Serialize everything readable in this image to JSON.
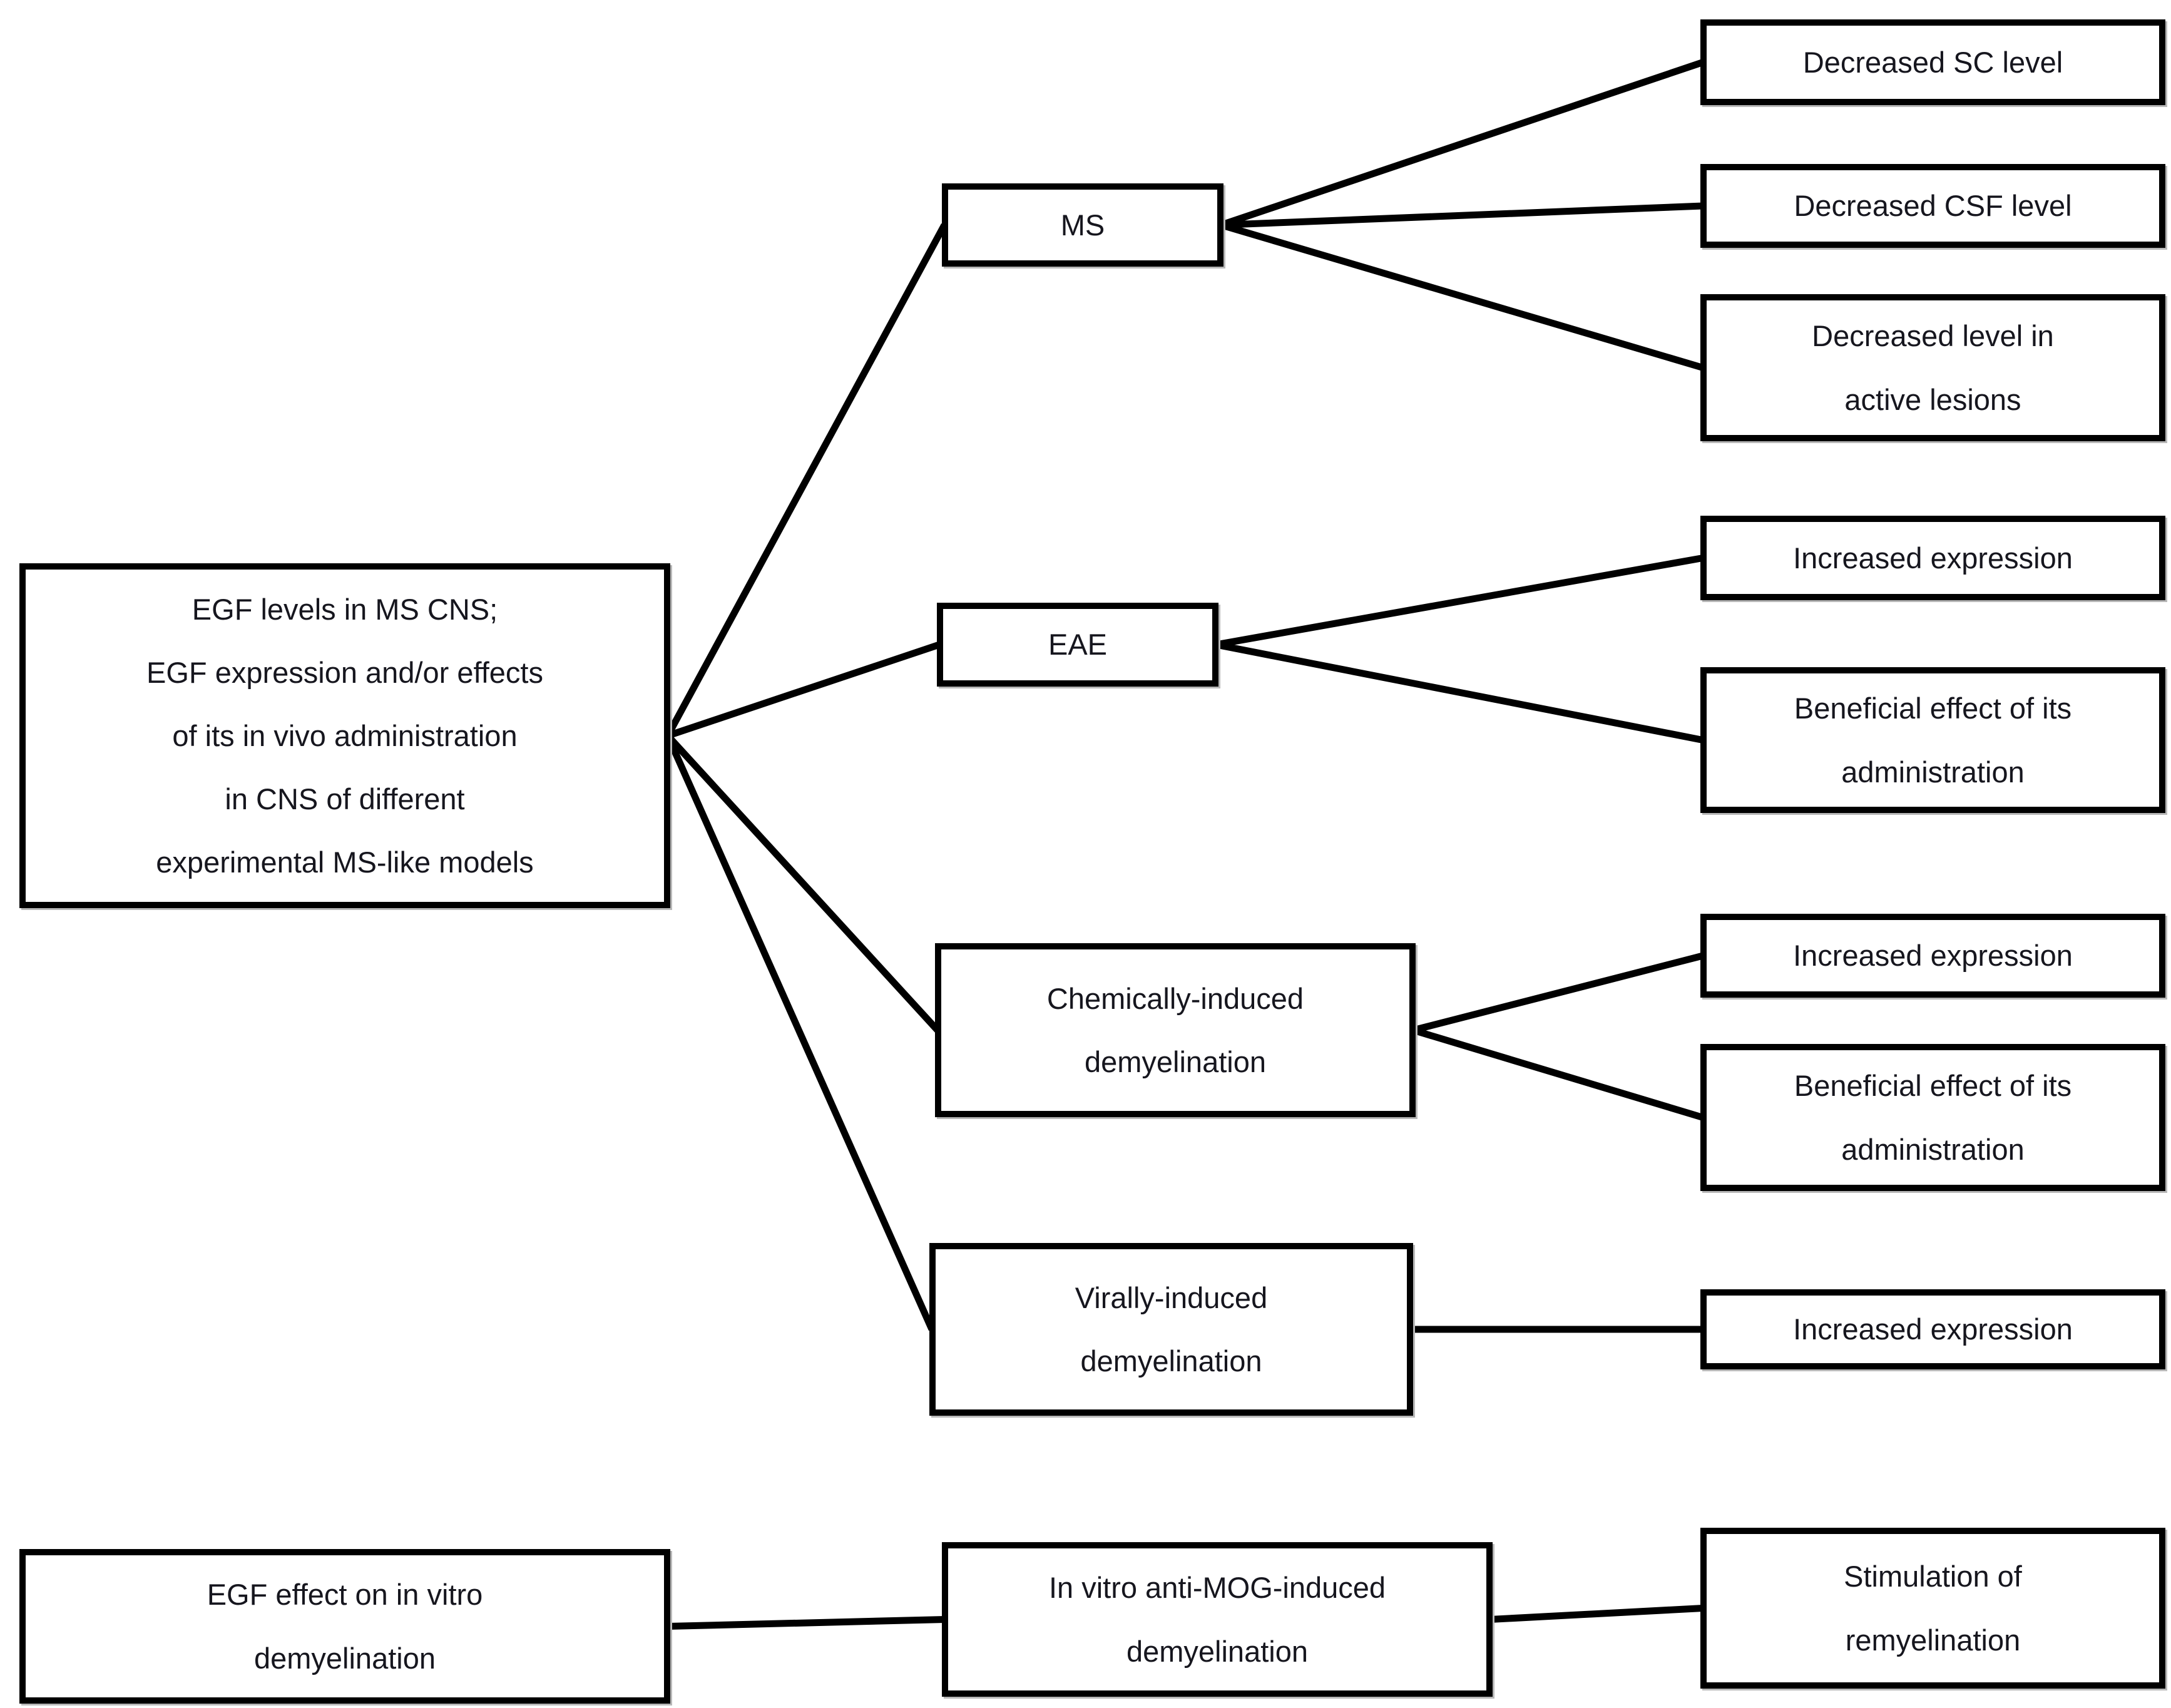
{
  "diagram": {
    "background_color": "#ffffff",
    "box_border_color": "#000000",
    "line_color": "#000000",
    "text_color": "#16161e",
    "nodes": {
      "egf_levels": {
        "label": "EGF levels in MS CNS;\nEGF expression and/or effects\nof its in vivo administration\nin CNS of different\nexperimental MS-like models"
      },
      "ms": {
        "label": "MS"
      },
      "eae": {
        "label": "EAE"
      },
      "chemically_induced": {
        "label": "Chemically-induced\ndemyelination"
      },
      "virally_induced": {
        "label": "Virally-induced\ndemyelination"
      },
      "decreased_sc": {
        "label": "Decreased SC level"
      },
      "decreased_csf": {
        "label": "Decreased CSF level"
      },
      "decreased_lesions": {
        "label": "Decreased level in\nactive lesions"
      },
      "increased_expression_eae": {
        "label": "Increased expression"
      },
      "beneficial_eae": {
        "label": "Beneficial effect of its\nadministration"
      },
      "increased_expression_chem": {
        "label": "Increased expression"
      },
      "beneficial_chem": {
        "label": "Beneficial effect of its\nadministration"
      },
      "increased_expression_viral": {
        "label": "Increased expression"
      },
      "egf_in_vitro": {
        "label": "EGF effect on in vitro\ndemyelination"
      },
      "anti_mog": {
        "label": "In vitro anti-MOG-induced\ndemyelination"
      },
      "stimulation": {
        "label": "Stimulation of\nremyelination"
      }
    },
    "edges": [
      {
        "from": "egf_levels",
        "to": "ms"
      },
      {
        "from": "egf_levels",
        "to": "eae"
      },
      {
        "from": "egf_levels",
        "to": "chemically_induced"
      },
      {
        "from": "egf_levels",
        "to": "virally_induced"
      },
      {
        "from": "ms",
        "to": "decreased_sc"
      },
      {
        "from": "ms",
        "to": "decreased_csf"
      },
      {
        "from": "ms",
        "to": "decreased_lesions"
      },
      {
        "from": "eae",
        "to": "increased_expression_eae"
      },
      {
        "from": "eae",
        "to": "beneficial_eae"
      },
      {
        "from": "chemically_induced",
        "to": "increased_expression_chem"
      },
      {
        "from": "chemically_induced",
        "to": "beneficial_chem"
      },
      {
        "from": "virally_induced",
        "to": "increased_expression_viral"
      },
      {
        "from": "egf_in_vitro",
        "to": "anti_mog"
      },
      {
        "from": "anti_mog",
        "to": "stimulation"
      }
    ],
    "line_stroke_width": 11
  }
}
